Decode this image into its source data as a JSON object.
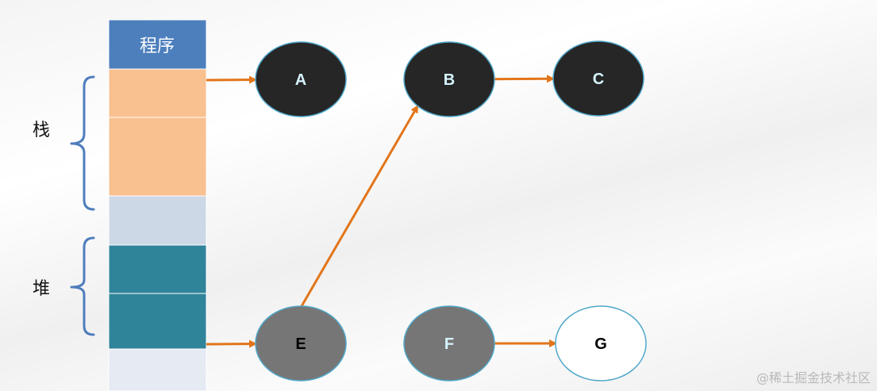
{
  "program_label": "程序",
  "stack_label": "栈",
  "heap_label": "堆",
  "nodes": [
    {
      "id": "A",
      "label": "A",
      "fill": "#262626",
      "text_color": "#d6f4ff",
      "stroke": "#4fa7c9"
    },
    {
      "id": "B",
      "label": "B",
      "fill": "#262626",
      "text_color": "#d6f4ff",
      "stroke": "#4fa7c9"
    },
    {
      "id": "C",
      "label": "C",
      "fill": "#262626",
      "text_color": "#d6f4ff",
      "stroke": "#4fa7c9"
    },
    {
      "id": "E",
      "label": "E",
      "fill": "#767676",
      "text_color": "#000000",
      "stroke": "#4fa7c9"
    },
    {
      "id": "F",
      "label": "F",
      "fill": "#767676",
      "text_color": "#d6f4ff",
      "stroke": "#4fa7c9"
    },
    {
      "id": "G",
      "label": "G",
      "fill": "#ffffff",
      "text_color": "#000000",
      "stroke": "#4fa7c9"
    }
  ],
  "edges": [
    {
      "from": "stack",
      "to": "A"
    },
    {
      "from": "B",
      "to": "C"
    },
    {
      "from": "E",
      "to": "B"
    },
    {
      "from": "heap",
      "to": "E"
    },
    {
      "from": "F",
      "to": "G"
    }
  ],
  "colors": {
    "program": "#4d7fbd",
    "stack": "#f9c090",
    "free": "#cdd8e7",
    "heap": "#30849a",
    "bottom": "#e6eaf3",
    "brace": "#4f7dbd",
    "arrow": "#e2751a"
  },
  "watermark": "@稀土掘金技术社区"
}
